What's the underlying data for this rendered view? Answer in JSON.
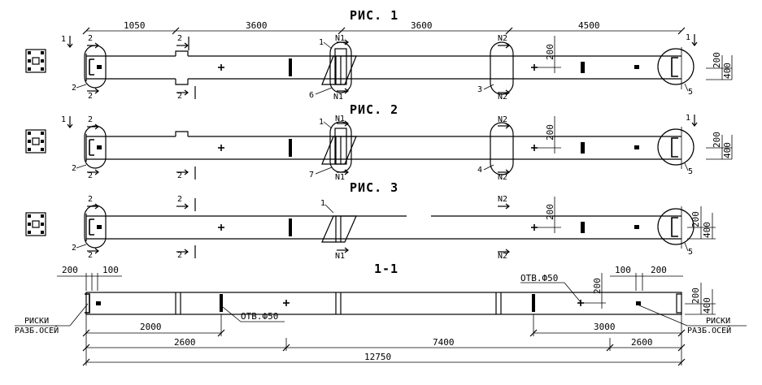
{
  "figures": [
    {
      "title": "РИС. 1",
      "spans": [
        "1050",
        "3600",
        "3600",
        "4500"
      ],
      "height_dims": [
        "200",
        "400"
      ],
      "lead_dim": "200",
      "callouts": {
        "left": "2",
        "mid": "1",
        "mid_b": "6",
        "right": "3",
        "end": "5"
      },
      "sections": {
        "s1": "1",
        "s2": "2",
        "sn1": "N1",
        "sn2": "N2"
      }
    },
    {
      "title": "РИС. 2",
      "height_dims": [
        "200",
        "400"
      ],
      "lead_dim": "200",
      "callouts": {
        "left": "2",
        "mid": "1",
        "mid_b": "7",
        "right": "4",
        "end": "5"
      },
      "sections": {
        "s1": "1",
        "s2": "2",
        "sn1": "N1",
        "sn2": "N2"
      }
    },
    {
      "title": "РИС. 3",
      "height_dims": [
        "200",
        "400"
      ],
      "lead_dim": "200",
      "callouts": {
        "left": "2",
        "mid": "1",
        "end": "5"
      },
      "sections": {
        "s2": "2",
        "sn1": "N1",
        "sn2": "N2"
      }
    }
  ],
  "section_1_1": {
    "title": "1-1",
    "top_left": [
      "200",
      "100"
    ],
    "top_right": [
      "100",
      "200"
    ],
    "hole_left": "ОТВ.Ф50",
    "hole_right": "ОТВ.Ф50",
    "hole_dim": "200",
    "height_dims": [
      "200",
      "400"
    ],
    "note_left": [
      "РИСКИ",
      "РАЗБ.ОСЕЙ"
    ],
    "note_right": [
      "РИСКИ",
      "РАЗБ.ОСЕЙ"
    ],
    "dims_row1": [
      "2000",
      "3000"
    ],
    "dims_row2": [
      "2600",
      "7400",
      "2600"
    ],
    "total": "12750"
  }
}
